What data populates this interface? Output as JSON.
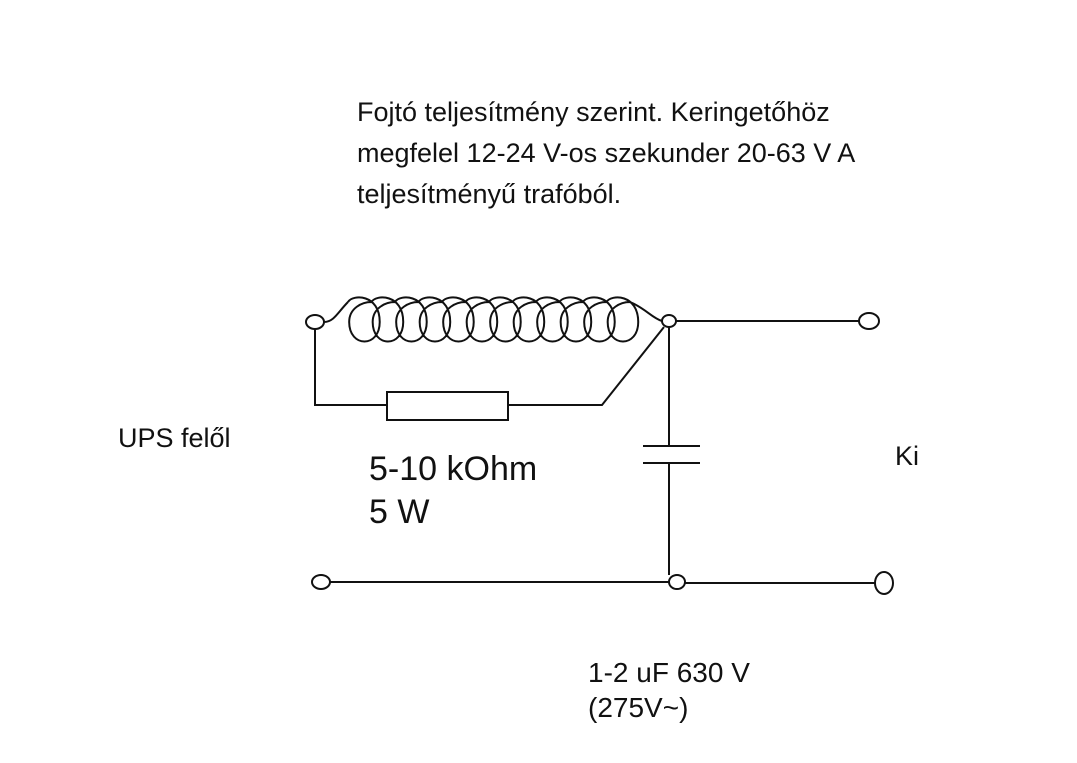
{
  "note": {
    "lines": [
      "Fojtó teljesítmény szerint. Keringetőhöz",
      "megfelel 12-24 V-os szekunder 20-63 V A",
      "teljesítményű trafóból."
    ]
  },
  "input_label": "UPS felől",
  "output_label": "Ki",
  "resistor": {
    "lines": [
      "5-10 kOhm",
      "5 W"
    ]
  },
  "capacitor": {
    "lines": [
      "1-2 uF 630 V",
      "(275V~)"
    ]
  },
  "colors": {
    "ink": "#111111",
    "background": "#ffffff"
  }
}
